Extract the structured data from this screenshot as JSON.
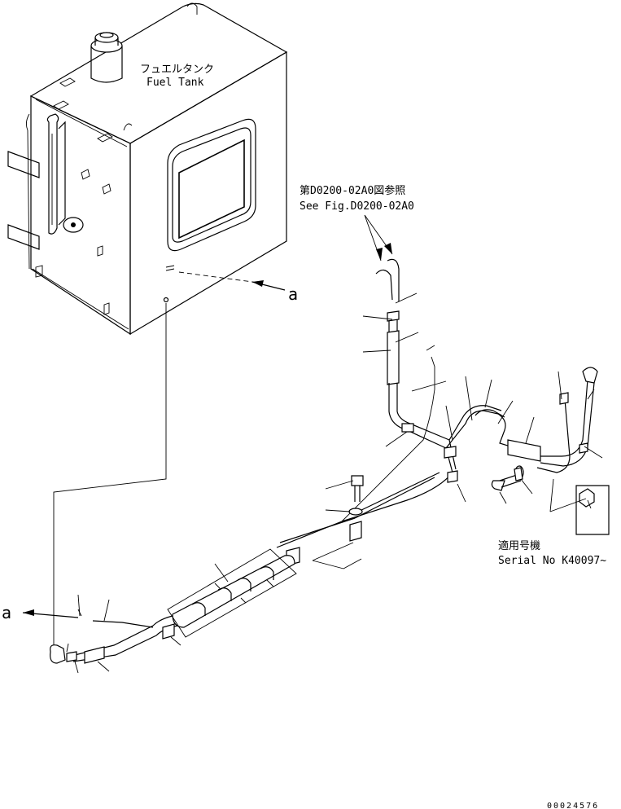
{
  "tank": {
    "label_jp": "フュエルタンク",
    "label_en": "Fuel Tank"
  },
  "reference": {
    "line_jp": "第D0200-02A0図参照",
    "line_en": "See Fig.D0200-02A0"
  },
  "view_markers": {
    "marker_right": "a",
    "marker_left": "a"
  },
  "serial": {
    "line_jp": "適用号機",
    "line_en": "Serial No K40097~"
  },
  "figure_number": "00024576"
}
